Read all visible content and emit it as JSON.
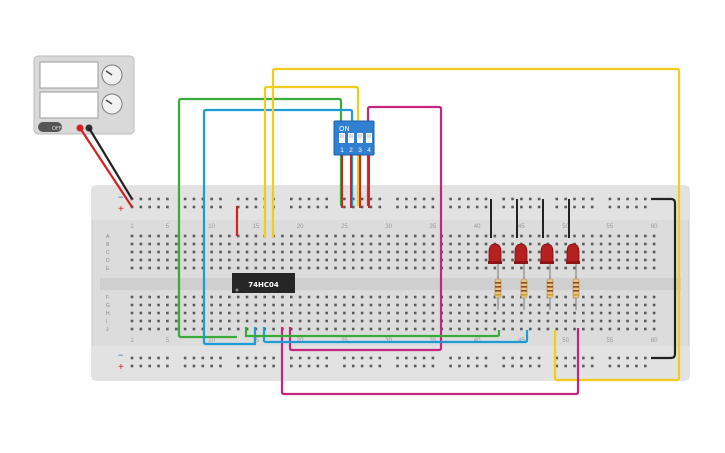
{
  "power_supply": {
    "knobs": [
      "voltage-knob",
      "current-knob"
    ],
    "button_label": "OFF"
  },
  "breadboard": {
    "rail_top_plus": "+",
    "rail_top_minus": "−",
    "rail_bottom_minus": "−",
    "rail_bottom_plus": "+",
    "column_numbers": [
      "1",
      "5",
      "10",
      "15",
      "20",
      "25",
      "30",
      "35",
      "40",
      "45",
      "50",
      "55",
      "60"
    ],
    "row_letters_top": [
      "A",
      "B",
      "C",
      "D",
      "E"
    ],
    "row_letters_bottom": [
      "F",
      "G",
      "H",
      "I",
      "J"
    ]
  },
  "ic": {
    "label": "74HC04"
  },
  "dip_switch": {
    "on_label": "ON",
    "numbers": [
      "1",
      "2",
      "3",
      "4"
    ]
  },
  "leds": [
    {
      "name": "led-1",
      "color": "#b52020"
    },
    {
      "name": "led-2",
      "color": "#b52020"
    },
    {
      "name": "led-3",
      "color": "#b52020"
    },
    {
      "name": "led-4",
      "color": "#b52020"
    }
  ],
  "wire_colors": {
    "green": "#3aab3a",
    "blue": "#1b9bd7",
    "yellow": "#f1cc1c",
    "magenta": "#c6247f",
    "red": "#d62020",
    "black": "#222222"
  }
}
